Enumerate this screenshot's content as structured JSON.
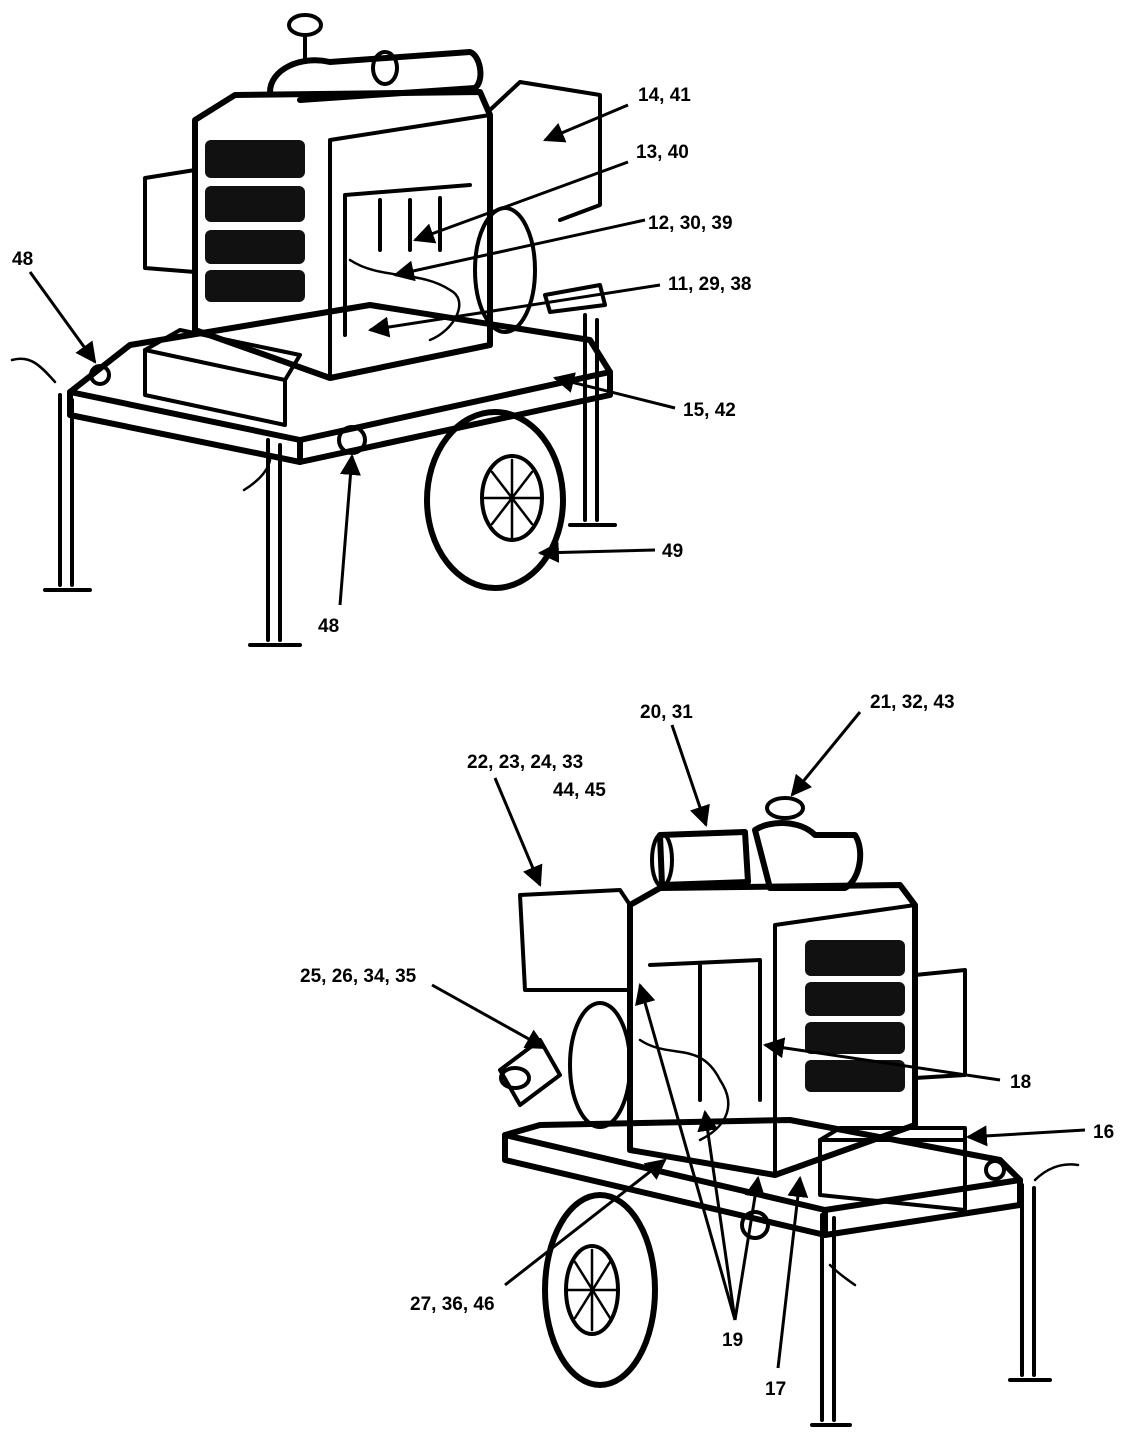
{
  "figure": {
    "top_view": {
      "callouts": [
        {
          "id": "c-14-41",
          "text": "14, 41"
        },
        {
          "id": "c-13-40",
          "text": "13, 40"
        },
        {
          "id": "c-12-30-39",
          "text": "12, 30, 39"
        },
        {
          "id": "c-11-29-38",
          "text": "11, 29, 38"
        },
        {
          "id": "c-48-left",
          "text": "48"
        },
        {
          "id": "c-15-42",
          "text": "15, 42"
        },
        {
          "id": "c-48-bottom",
          "text": "48"
        },
        {
          "id": "c-49",
          "text": "49"
        }
      ]
    },
    "bottom_view": {
      "callouts": [
        {
          "id": "c-20-31",
          "text": "20, 31"
        },
        {
          "id": "c-21-32-43",
          "text": "21, 32, 43"
        },
        {
          "id": "c-22-23-24-33",
          "text": "22, 23, 24, 33"
        },
        {
          "id": "c-44-45",
          "text": "44, 45"
        },
        {
          "id": "c-25-26-34-35",
          "text": "25, 26, 34, 35"
        },
        {
          "id": "c-18",
          "text": "18"
        },
        {
          "id": "c-16",
          "text": "16"
        },
        {
          "id": "c-27-36-46",
          "text": "27, 36, 46"
        },
        {
          "id": "c-19",
          "text": "19"
        },
        {
          "id": "c-17",
          "text": "17"
        }
      ]
    }
  }
}
